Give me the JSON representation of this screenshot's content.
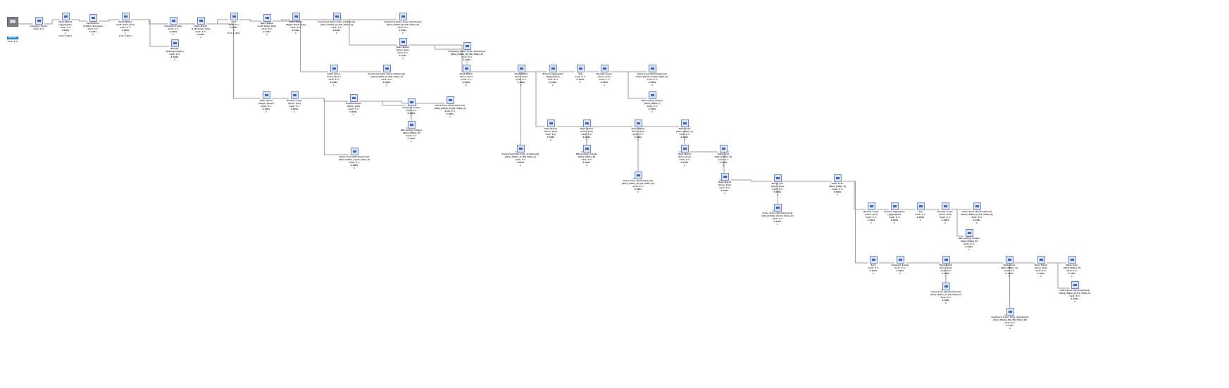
{
  "plan": {
    "nodes": [
      {
        "id": "n0",
        "icon": "plan-root-icon",
        "lines": [
          "SELECT",
          "Cost: 0 %"
        ],
        "selected": true
      },
      {
        "id": "n1",
        "icon": "compute-scalar-icon",
        "lines": [
          "Compute Scalar",
          "Cost: 0 %"
        ]
      },
      {
        "id": "n2",
        "icon": "hash-match-icon",
        "lines": [
          "Hash Match",
          "(Aggregate)",
          "Cost: 0 %",
          "0.000s",
          "1",
          "0 of 1 (0%)"
        ]
      },
      {
        "id": "n3",
        "icon": "parallelism-icon",
        "lines": [
          "Parallelism",
          "(Gather Streams)",
          "Cost: 0 %",
          "0.000s",
          "1"
        ]
      },
      {
        "id": "n4",
        "icon": "hash-match-icon",
        "lines": [
          "Hash Match",
          "(Left Outer Join)",
          "Cost: 0 %",
          "0.000s",
          "1",
          "0 of 1 (0%)"
        ]
      },
      {
        "id": "n5",
        "icon": "bitmap-icon",
        "lines": [
          "Bitmap",
          "(Bitmap Create)",
          "Cost: 0 %",
          "0.000s",
          "1"
        ]
      },
      {
        "id": "n6",
        "icon": "compute-scalar-icon",
        "lines": [
          "Compute Scalar",
          "Cost: 0 %",
          "0.000s",
          "1"
        ]
      },
      {
        "id": "n7",
        "icon": "hash-match-icon",
        "lines": [
          "Hash Match",
          "(Left Outer Join)",
          "Cost: 0 %",
          "0.000s",
          "1"
        ]
      },
      {
        "id": "n8",
        "icon": "sort-icon",
        "lines": [
          "Sort",
          "Cost: 0 %",
          "0.000s",
          "1",
          "0 of 1 (0%)"
        ]
      },
      {
        "id": "n9",
        "icon": "hash-match-icon",
        "lines": [
          "Hash Match",
          "(Left Outer Join)",
          "Cost: 0 %",
          "0.000s",
          "1"
        ]
      },
      {
        "id": "n10",
        "icon": "hash-match-icon",
        "lines": [
          "Hash Match",
          "(Right Outer Join)",
          "Cost: 0 %",
          "0.000s",
          "1"
        ]
      },
      {
        "id": "n11",
        "icon": "index-scan-icon",
        "lines": [
          "Clustered Index Scan (Clustered)",
          "[dbo].[Table_A].[PK_Table_A]",
          "Cost: 0 %",
          "0.000s",
          "1"
        ]
      },
      {
        "id": "n12",
        "icon": "index-scan-icon",
        "lines": [
          "Clustered Index Scan (Clustered)",
          "[dbo].[Table_B].[PK_Table_B]",
          "Cost: 0 %",
          "0.000s",
          "1"
        ]
      },
      {
        "id": "n13",
        "icon": "hash-match-icon",
        "lines": [
          "Hash Match",
          "(Inner Join)",
          "Cost: 0 %",
          "0.000s",
          "1"
        ]
      },
      {
        "id": "n14",
        "icon": "index-seek-icon",
        "lines": [
          "Clustered Index Seek (Clustered)",
          "[dbo].[Table_C].[PK_Table_C]",
          "Cost: 0 %",
          "0.000s",
          "1"
        ]
      },
      {
        "id": "n15",
        "icon": "table-spool-icon",
        "lines": [
          "Table Spool",
          "(Lazy Spool)",
          "Cost: 0 %",
          "0.000s",
          "1"
        ]
      },
      {
        "id": "n16",
        "icon": "index-scan-icon",
        "lines": [
          "Clustered Index Scan (Clustered)",
          "[dbo].[Table_D].[PK_Table_D]",
          "Cost: 0 %",
          "0.000s",
          "1"
        ]
      },
      {
        "id": "n17",
        "icon": "hash-match-icon",
        "lines": [
          "Hash Match",
          "(Inner Join)",
          "Cost: 0 %",
          "0.000s",
          "1"
        ]
      },
      {
        "id": "n18",
        "icon": "table-spool-icon",
        "lines": [
          "Table Spool",
          "(Eager Spool)",
          "Cost: 0 %",
          "0.000s",
          "1"
        ]
      },
      {
        "id": "n19",
        "icon": "nested-loops-icon",
        "lines": [
          "Nested Loops",
          "(Inner Join)",
          "Cost: 0 %",
          "0.000s",
          "1"
        ]
      },
      {
        "id": "n20",
        "icon": "nested-loops-icon",
        "lines": [
          "Nested Loops",
          "(Inner Join)",
          "Cost: 0 %",
          "0.000s",
          "1"
        ]
      },
      {
        "id": "n21",
        "icon": "compute-scalar-icon",
        "lines": [
          "Compute Scalar",
          "Cost: 0 %",
          "0.000s",
          "1"
        ]
      },
      {
        "id": "n22",
        "icon": "index-scan-icon",
        "lines": [
          "Index Scan (NonClustered)",
          "[dbo].[Table_E].[IX_Table_E]",
          "Cost: 0 %",
          "0.000s",
          "1"
        ]
      },
      {
        "id": "n23",
        "icon": "rid-lookup-icon",
        "lines": [
          "RID Lookup (Heap)",
          "[dbo].[Table_F]",
          "Cost: 0 %",
          "0.000s",
          "1"
        ]
      },
      {
        "id": "n24",
        "icon": "index-scan-icon",
        "lines": [
          "Index Scan (NonClustered)",
          "[dbo].[Table_G].[IX_Table_G]",
          "Cost: 0 %",
          "0.000s",
          "1"
        ]
      },
      {
        "id": "n25",
        "icon": "hash-match-icon",
        "lines": [
          "Hash Match",
          "(Inner Join)",
          "Cost: 0 %",
          "0.000s",
          "1"
        ]
      },
      {
        "id": "n26",
        "icon": "stream-aggregate-icon",
        "lines": [
          "Stream Aggregate",
          "(Aggregate)",
          "Cost: 0 %",
          "0.000s",
          "1"
        ]
      },
      {
        "id": "n27",
        "icon": "top-icon",
        "lines": [
          "Top",
          "Cost: 0 %",
          "0.000s",
          "1"
        ]
      },
      {
        "id": "n28",
        "icon": "nested-loops-icon",
        "lines": [
          "Nested Loops",
          "(Inner Join)",
          "Cost: 0 %",
          "0.000s",
          "1"
        ]
      },
      {
        "id": "n29",
        "icon": "index-seek-icon",
        "lines": [
          "Index Seek (NonClustered)",
          "[dbo].[Table_H].[IX_Table_H]",
          "Cost: 0 %",
          "0.000s",
          "1"
        ]
      },
      {
        "id": "n30",
        "icon": "rid-lookup-icon",
        "lines": [
          "RID Lookup (Heap)",
          "[dbo].[Table_I]",
          "Cost: 0 %",
          "0.000s",
          "1"
        ]
      },
      {
        "id": "n31",
        "icon": "index-scan-icon",
        "lines": [
          "Clustered Index Scan (Clustered)",
          "[dbo].[Table_J].[PK_Table_J]",
          "Cost: 0 %",
          "0.000s",
          "1"
        ]
      },
      {
        "id": "n32",
        "icon": "hash-match-icon",
        "lines": [
          "Hash Match",
          "(Inner Join)",
          "Cost: 0 %",
          "0.000s",
          "1"
        ]
      },
      {
        "id": "n33",
        "icon": "hash-match-icon",
        "lines": [
          "Hash Match",
          "(Inner Join)",
          "Cost: 0 %",
          "0.000s",
          "1"
        ]
      },
      {
        "id": "n34",
        "icon": "rid-lookup-icon",
        "lines": [
          "RID Lookup (Heap)",
          "[dbo].[Table_K]",
          "Cost: 0 %",
          "0.000s",
          "1"
        ]
      },
      {
        "id": "n35",
        "icon": "hash-match-icon",
        "lines": [
          "Hash Match",
          "(Inner Join)",
          "Cost: 0 %",
          "0.000s",
          "1"
        ]
      },
      {
        "id": "n36",
        "icon": "table-scan-icon",
        "lines": [
          "Table Scan",
          "[dbo].[Table_L]",
          "Cost: 0 %",
          "0.000s",
          "1"
        ]
      },
      {
        "id": "n37",
        "icon": "index-scan-icon",
        "lines": [
          "Index Scan (NonClustered)",
          "[dbo].[Table_M].[IX_Table_M]",
          "Cost: 0 %",
          "0.000s",
          "1"
        ]
      },
      {
        "id": "n38",
        "icon": "hash-match-icon",
        "lines": [
          "Hash Match",
          "(Inner Join)",
          "Cost: 0 %",
          "0.000s",
          "1"
        ]
      },
      {
        "id": "n39",
        "icon": "table-scan-icon",
        "lines": [
          "Table Scan",
          "[dbo].[Table_N]",
          "Cost: 0 %",
          "0.000s",
          "1"
        ]
      },
      {
        "id": "n40",
        "icon": "hash-match-icon",
        "lines": [
          "Hash Match",
          "(Inner Join)",
          "Cost: 0 %",
          "0.000s",
          "1"
        ]
      },
      {
        "id": "n41",
        "icon": "merge-join-icon",
        "lines": [
          "Merge Join",
          "(Inner Join)",
          "Cost: 0 %",
          "0.000s",
          "1"
        ]
      },
      {
        "id": "n42",
        "icon": "index-scan-icon",
        "lines": [
          "Index Scan (NonClustered)",
          "[dbo].[Table_O].[IX_Table_O]",
          "Cost: 0 %",
          "0.000s",
          "1"
        ]
      },
      {
        "id": "n43",
        "icon": "table-scan-icon",
        "lines": [
          "Table Scan",
          "[dbo].[Table_P]",
          "Cost: 0 %",
          "0.000s",
          "1"
        ]
      },
      {
        "id": "n44",
        "icon": "nested-loops-icon",
        "lines": [
          "Nested Loops",
          "(Inner Join)",
          "Cost: 0 %",
          "0.000s",
          "1"
        ]
      },
      {
        "id": "n45",
        "icon": "stream-aggregate-icon",
        "lines": [
          "Stream Aggregate",
          "(Aggregate)",
          "Cost: 0 %",
          "0.000s",
          "1"
        ]
      },
      {
        "id": "n46",
        "icon": "top-icon",
        "lines": [
          "Top",
          "Cost: 0 %",
          "0.000s",
          "1"
        ]
      },
      {
        "id": "n47",
        "icon": "nested-loops-icon",
        "lines": [
          "Nested Loops",
          "(Inner Join)",
          "Cost: 0 %",
          "0.000s",
          "1"
        ]
      },
      {
        "id": "n48",
        "icon": "index-seek-icon",
        "lines": [
          "Index Seek (NonClustered)",
          "[dbo].[Table_Q].[IX_Table_Q]",
          "Cost: 0 %",
          "0.000s",
          "1"
        ]
      },
      {
        "id": "n49",
        "icon": "rid-lookup-icon",
        "lines": [
          "RID Lookup (Heap)",
          "[dbo].[Table_R]",
          "Cost: 0 %",
          "0.000s",
          "1"
        ]
      },
      {
        "id": "n50",
        "icon": "sort-icon",
        "lines": [
          "Sort",
          "Cost: 0 %",
          "0.000s",
          "1"
        ]
      },
      {
        "id": "n51",
        "icon": "compute-scalar-icon",
        "lines": [
          "Compute Scalar",
          "Cost: 0 %",
          "0.000s",
          "1"
        ]
      },
      {
        "id": "n52",
        "icon": "hash-match-icon",
        "lines": [
          "Hash Match",
          "(Inner Join)",
          "Cost: 0 %",
          "0.000s",
          "1"
        ]
      },
      {
        "id": "n53",
        "icon": "table-scan-icon",
        "lines": [
          "Table Scan",
          "[dbo].[Table_S]",
          "Cost: 0 %",
          "0.000s",
          "1"
        ]
      },
      {
        "id": "n54",
        "icon": "index-seek-icon",
        "lines": [
          "Index Seek (NonClustered)",
          "[dbo].[Table_T].[IX_Table_T]",
          "Cost: 0 %",
          "0.000s",
          "1"
        ]
      },
      {
        "id": "n55",
        "icon": "hash-match-icon",
        "lines": [
          "Hash Match",
          "(Inner Join)",
          "Cost: 0 %",
          "0.000s",
          "1"
        ]
      },
      {
        "id": "n56",
        "icon": "table-scan-icon",
        "lines": [
          "Table Scan",
          "[dbo].[Table_U]",
          "Cost: 0 %",
          "0.000s",
          "1"
        ]
      },
      {
        "id": "n57",
        "icon": "index-seek-icon",
        "lines": [
          "Index Seek (NonClustered)",
          "[dbo].[Table_V].[IX_Table_V]",
          "Cost: 0 %",
          "0.000s",
          "1"
        ]
      },
      {
        "id": "n58",
        "icon": "index-scan-icon",
        "lines": [
          "Clustered Index Scan (Clustered)",
          "[dbo].[Table_W].[PK_Table_W]",
          "Cost: 0 %",
          "0.000s",
          "1"
        ]
      }
    ],
    "edges": [
      [
        "n0",
        "n1"
      ],
      [
        "n1",
        "n2"
      ],
      [
        "n2",
        "n3"
      ],
      [
        "n3",
        "n4"
      ],
      [
        "n4",
        "n6"
      ],
      [
        "n4",
        "n5"
      ],
      [
        "n6",
        "n7"
      ],
      [
        "n7",
        "n8"
      ],
      [
        "n8",
        "n9"
      ],
      [
        "n9",
        "n10"
      ],
      [
        "n10",
        "n11"
      ],
      [
        "n10",
        "n12"
      ],
      [
        "n10",
        "n13"
      ],
      [
        "n9",
        "n15"
      ],
      [
        "n15",
        "n14"
      ],
      [
        "n13",
        "n16"
      ],
      [
        "n13",
        "n25"
      ],
      [
        "n7",
        "n18"
      ],
      [
        "n18",
        "n19"
      ],
      [
        "n19",
        "n20"
      ],
      [
        "n20",
        "n21"
      ],
      [
        "n21",
        "n23"
      ],
      [
        "n20",
        "n24"
      ],
      [
        "n19",
        "n22"
      ],
      [
        "n25",
        "n26"
      ],
      [
        "n26",
        "n27"
      ],
      [
        "n27",
        "n28"
      ],
      [
        "n28",
        "n29"
      ],
      [
        "n28",
        "n30"
      ],
      [
        "n25",
        "n31"
      ],
      [
        "n25",
        "n32"
      ],
      [
        "n32",
        "n33"
      ],
      [
        "n33",
        "n34"
      ],
      [
        "n32",
        "n35"
      ],
      [
        "n35",
        "n36"
      ],
      [
        "n35",
        "n37"
      ],
      [
        "n36",
        "n38"
      ],
      [
        "n38",
        "n39"
      ],
      [
        "n39",
        "n40"
      ],
      [
        "n40",
        "n41"
      ],
      [
        "n41",
        "n42"
      ],
      [
        "n41",
        "n43"
      ],
      [
        "n43",
        "n44"
      ],
      [
        "n44",
        "n45"
      ],
      [
        "n45",
        "n46"
      ],
      [
        "n46",
        "n47"
      ],
      [
        "n47",
        "n48"
      ],
      [
        "n47",
        "n49"
      ],
      [
        "n43",
        "n50"
      ],
      [
        "n50",
        "n51"
      ],
      [
        "n51",
        "n52"
      ],
      [
        "n52",
        "n53"
      ],
      [
        "n52",
        "n54"
      ],
      [
        "n53",
        "n55"
      ],
      [
        "n55",
        "n56"
      ],
      [
        "n55",
        "n57"
      ],
      [
        "n53",
        "n58"
      ]
    ]
  }
}
